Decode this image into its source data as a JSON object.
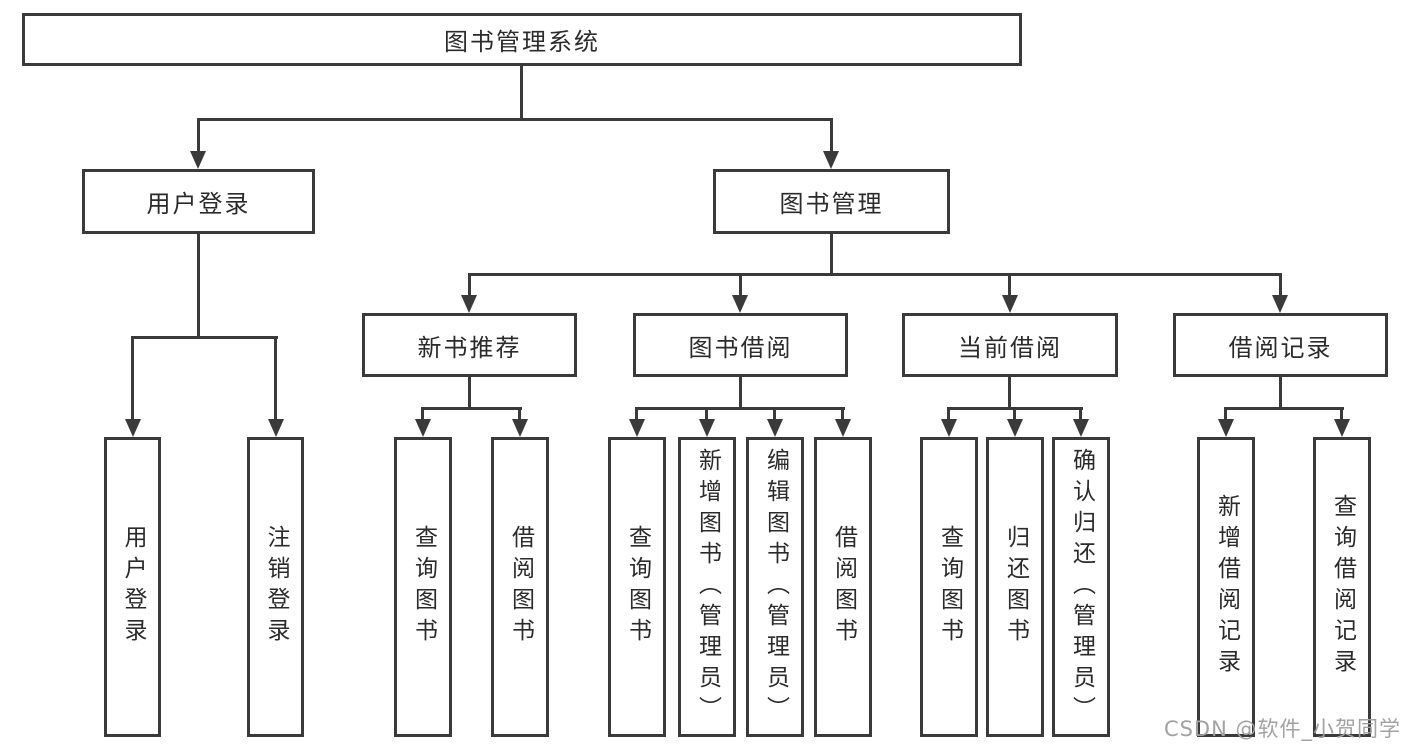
{
  "diagram": {
    "root": {
      "label": "图书管理系统"
    },
    "branches": [
      {
        "label": "用户登录",
        "children": [
          {
            "label": "用户登录"
          },
          {
            "label": "注销登录"
          }
        ]
      },
      {
        "label": "图书管理",
        "children": [
          {
            "label": "新书推荐",
            "children": [
              {
                "label": "查询图书"
              },
              {
                "label": "借阅图书"
              }
            ]
          },
          {
            "label": "图书借阅",
            "children": [
              {
                "label": "查询图书"
              },
              {
                "label": "新增图书（管理员）"
              },
              {
                "label": "编辑图书（管理员）"
              },
              {
                "label": "借阅图书"
              }
            ]
          },
          {
            "label": "当前借阅",
            "children": [
              {
                "label": "查询图书"
              },
              {
                "label": "归还图书"
              },
              {
                "label": "确认归还（管理员）"
              }
            ]
          },
          {
            "label": "借阅记录",
            "children": [
              {
                "label": "新增借阅记录"
              },
              {
                "label": "查询借阅记录"
              }
            ]
          }
        ]
      }
    ]
  },
  "watermark": {
    "text": "CSDN @软件_小贺同学"
  },
  "colors": {
    "line": "#3a3a3a",
    "text": "#2b2b2b",
    "background": "#ffffff",
    "watermark": "#a2a2a2"
  }
}
